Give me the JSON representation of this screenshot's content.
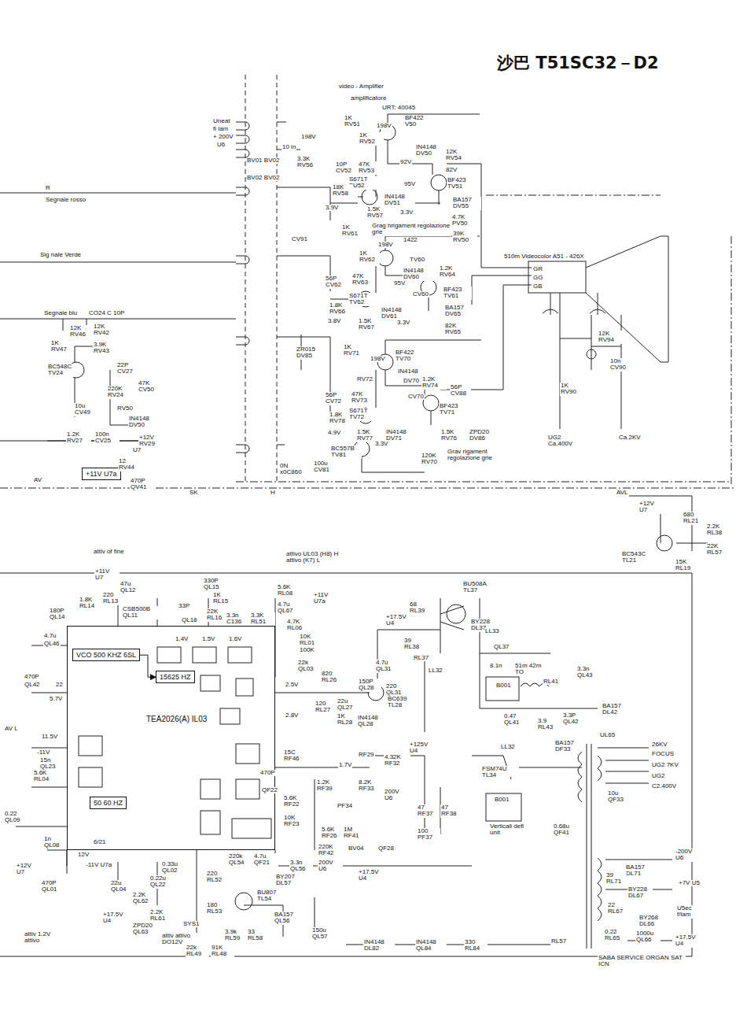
{
  "diagram": {
    "title": "沙巴 T51SC32－D2",
    "nodes": [
      {
        "text": [
          "TEA2026(A) IL03"
        ]
      },
      {
        "text": [
          "VCO 500 KHZ 6SL"
        ],
        "in": 0
      },
      {
        "text": [
          "15625 HZ"
        ],
        "in": 0
      },
      {
        "text": [
          "50 60 HZ"
        ],
        "in": 0
      },
      {
        "text": [
          "+11V U7a"
        ]
      }
    ],
    "edges": [
      {
        "from": 1,
        "to": 2,
        "arrow": "to"
      }
    ],
    "labels": [
      "Uneat",
      "fi lam",
      "+ 200V",
      "U6",
      "BV01 BV02",
      "BV02 BV02",
      "10 in",
      "3.3K RV56",
      "198V",
      "video - Amplifier",
      "amplificatore",
      "URT: 40045",
      "1K RV51",
      "BF422 V50",
      "1K RV52",
      "198V",
      "IN4148 DV50",
      "12K RV54",
      "10P CV52",
      "47K RV53",
      "92V",
      "82V",
      "S671T TU52",
      "18K RV58",
      "95V",
      "IN4148 DV51",
      "BF423 TV51",
      "BA157 DV55",
      "3.9V",
      "1.5K RV57",
      "3.3V",
      "4.7K PV50",
      "39K RV50",
      "CV91",
      "1K RV61",
      "Grag hrigament regolazione grie",
      "198V",
      "1422",
      "1K RV62",
      "TV60",
      "IN4148 DV60",
      "510m Videocolor A51 - 426X",
      "GR",
      "GG",
      "GB",
      "56P CV62",
      "47K RV63",
      "95V",
      "CV60",
      "1.2K RV64",
      "BF423 TV61",
      "S671T TV62",
      "1.8K RV66",
      "IN4148 DV61",
      "BA157 DV65",
      "3.8V",
      "1.5K RV67",
      "3.3V",
      "82K RV65",
      "Segnale rosso",
      "R",
      "Sig nale Verde",
      "Segnale blu",
      "CO24 C 10P",
      "12K RV46",
      "12K RV42",
      "1K RV47",
      "3.9K RV43",
      "BC548C TV24",
      "22P CV27",
      "220K RV24",
      "47K CV50",
      "RV50",
      "10u CV49",
      "IN4148 DV50",
      "1.2K RV27",
      "100n CV25",
      "+12V RV29",
      "U7",
      "12 RV44",
      "470P QV41",
      "ZR015 DV85",
      "1K RV71",
      "198V",
      "BF422 TV70",
      "IN4148",
      "RV72",
      "DV70",
      "1.2K RV74",
      "56P CV72",
      "47K RV73",
      "S671T TV72",
      "CV70",
      "BF423 TV71",
      "56P CV88",
      "1.8K RV78",
      "4.9V",
      "1.5K RV77",
      "IN4148 DV71",
      "1.5K RV76",
      "ZPD20 DV86",
      "BC557B TV81",
      "3.3V",
      "120K RV70",
      "Grav rigament regolazione grie",
      "100u CV81",
      "0N x0C860",
      "12K RV94",
      "10n CV90",
      "1K RV90",
      "UG2 Ca.400V",
      "Ca.2KV",
      "AVL",
      "+12V U7",
      "680 RL21",
      "2.2K RL38",
      "22K RL57",
      "BC543C TL21",
      "15K RL19",
      "AV",
      "SK",
      "H",
      "attiv of fine",
      "+11V U7",
      "180P QL14",
      "1.8K RL14",
      "220 RL13",
      "47u QL12",
      "CSB500B QL11",
      "330P QL15",
      "1K RL15",
      "22K RL16",
      "33P",
      "QL18",
      "3.3n C136",
      "3.3K RL51",
      "5.6K RL08",
      "4.7u QL67",
      "+11V U7a",
      "4.7K RL06",
      "10K RL01 100K",
      "22k QL03",
      "attivo UL03 (H8) H attivo (K7) L",
      "820 RL26",
      "150P QL28",
      "4.7u QL31",
      "220 QL31",
      "22u QL27",
      "120 RL27",
      "BC639 TL28",
      "1K RL28",
      "IN4148 QL28",
      "BU508A TL37",
      "68 RL39",
      "+17.5V U4",
      "BY228 DL37",
      "39 RL38",
      "RL37",
      "LL32",
      "LL33",
      "QL37",
      "8.1n",
      "51m 42m TO",
      "B001",
      "RL41",
      "3.3n QL43",
      "BA157 DL42",
      "3.3P QL42",
      "0.47 QL41",
      "3.9 RL43",
      "4.7u",
      "QL46",
      "470P",
      "QL42",
      "22",
      "5.7V",
      "AV L",
      "11.5V",
      "-11V",
      "15n QL23",
      "5.6K RL04",
      "0.22 QL09",
      "1n QL08",
      "12V",
      "6/21",
      "2.8V",
      "1.4V",
      "1.5V",
      "1.6V",
      "2.5V",
      "-11V U7a",
      "+12V U7",
      "470P QL01",
      "22u QL04",
      "0.22u QL22",
      "2.2K QL62",
      "2.2K RL61",
      "220 RL52",
      "0.33u QL02",
      "+17.5V U4",
      "attiv 1.2V attivo",
      "attiv attivo DO12V",
      "ZPD20 QL63",
      "BU807 TL54",
      "BY207 DL57",
      "3.3n QL56",
      "BA157 QL56",
      "180 RL53",
      "3.9k RL59",
      "33 RL58",
      "SYS1",
      "22k RL49",
      "91K RL48",
      "150u QL57",
      "IN4148 DL82",
      "IN4148 QL84",
      "330 RL84",
      "200V U6",
      "220k QL54",
      "4.7u QF21",
      "15C RF46",
      "470P",
      "1.7V",
      "RF29",
      "4.32K RF32",
      "+125V U4",
      "1.2K RF39",
      "8.2K RF33",
      "PF34",
      "200V U6",
      "47 RF37",
      "47 RF38",
      "100 PF37",
      "5.6K RF22",
      "10K RF23",
      "5.6K RF26",
      "1M RF41",
      "220K RF42",
      "BV04",
      "QF28",
      "+17.5V U4",
      "QF22",
      "LL32",
      "UL65",
      "26KV",
      "FOCUS",
      "UG2 7KV",
      "UG2",
      "C2.400V",
      "BA157 DF33",
      "FSM74U TL34",
      "10u QF33",
      "B001",
      "Verticali defl unit",
      "0.68u QF41",
      "BA157 DL71",
      "39 RL71",
      "-200V U6",
      "BY228 DL67",
      "22 RL67",
      "+7V U5",
      "U5ec f/lam",
      "+17.5V U4",
      "0.22 RL65",
      "1000u QL66",
      "BY268 DL66",
      "RL57",
      "SABA SERVICE ORGAN SAT ICN"
    ]
  }
}
